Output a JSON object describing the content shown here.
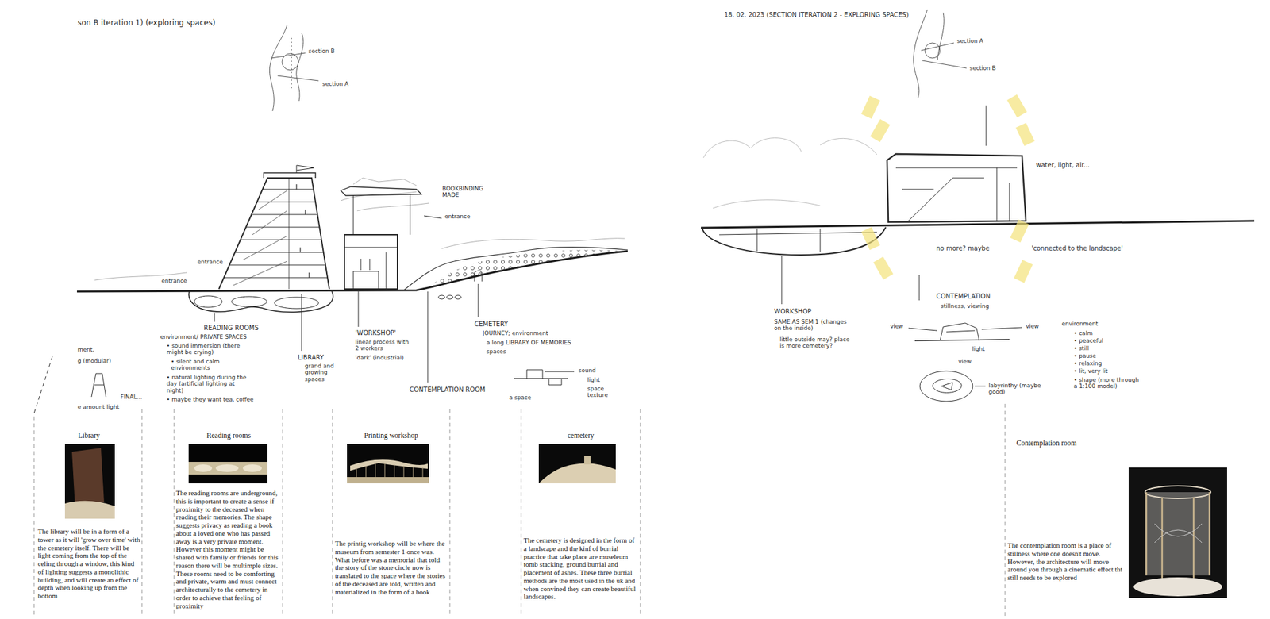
{
  "diagram": {
    "nodes": [
      {
        "text": [
          "Library",
          "The library will be in a form of a tower as it will 'grow over time' with the cemetery itself. There will be light coming from the top of the celing through a window, this kind of lighting suggests a monolithic building, and will create an effect of depth when looking up from the bottom"
        ]
      },
      {
        "text": [
          "Reading rooms",
          "The reading rooms are underground, this is important to create a sense if proximity to the deceased when reading their memories. The shape suggests privacy as reading a book about a loved one who has passed away is a very private moment. However this moment might be shared with family or friends for this reason there will be multimple sizes. These rooms need to be comforting and private, warm and must connect architecturally to the cemetery in order to achieve that feeling of proximity"
        ]
      },
      {
        "text": [
          "Printing workshop",
          "The printig workshop will be where the museum from semester 1 once was. What before was a memorial that told the story of the stone circle now is translated to the space where the stories of the deceased are told, written and materialized in the form of a book"
        ]
      },
      {
        "text": [
          "cemetery",
          "The cemetery is designed in the form of a landscape and the kinf of burrial practice that take place are museleum tomb stacking, ground burrial and placement of ashes. These three burrial methods are the most used in the uk and when convined they can create beautiful landscapes."
        ]
      },
      {
        "text": [
          "Contemplation room",
          "The contemplation room is a place of stillness where one doesn't move. However, the architecture will move around you through a cinematic effect tht still needs to be explored"
        ]
      }
    ],
    "labels": [
      "son B iteration 1) (exploring spaces)",
      "section B",
      "section A",
      "BOOKBINDING MADE",
      "entrance",
      "entrance",
      "entrance",
      "READING ROOMS",
      "environment/ PRIVATE SPACES",
      "• sound immersion (there might be crying)",
      "• silent and calm environments",
      "• natural lighting during the day (artificial lighting at night)",
      "• maybe they want tea, coffee",
      "LIBRARY",
      "grand and growing spaces",
      "'WORKSHOP'",
      "linear process with 2 workers",
      "'dark' (industrial)",
      "CONTEMPLATION ROOM",
      "CEMETERY",
      "JOURNEY; environment",
      "a long LIBRARY OF MEMORIES",
      "spaces",
      "sound",
      "light",
      "space texture",
      "a space",
      "ment,",
      "g (modular)",
      "FINAL...",
      "e amount light",
      "18. 02. 2023 (SECTION ITERATION 2 - EXPLORING SPACES)",
      "section A",
      "section B",
      "water, light, air...",
      "no more? maybe",
      "'connected to the landscape'",
      "WORKSHOP",
      "SAME AS SEM 1 (changes on the inside)",
      "little outside may? place is more cemetery?",
      "CONTEMPLATION",
      "stillness, viewing",
      "view",
      "view",
      "light",
      "view",
      "labyrinthy (maybe good)",
      "environment",
      "• calm",
      "• peaceful",
      "• still",
      "• pause",
      "• relaxing",
      "• lit, very lit",
      "• shape (more through a 1:100 model)"
    ]
  }
}
